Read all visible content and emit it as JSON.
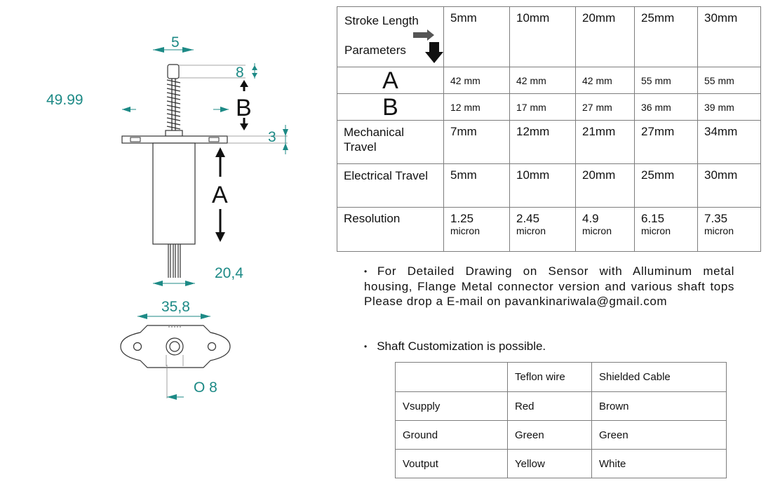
{
  "drawing": {
    "dim_top_width": "5",
    "dim_tip": "8",
    "dim_b": "B",
    "dim_flange_thickness": "3",
    "dim_flange_width": "49.99",
    "dim_a": "A",
    "dim_body_width": "20,4",
    "dim_hole_spacing": "35,8",
    "dim_shaft_diameter": "O  8"
  },
  "spec_table": {
    "header_label_1": "Stroke Length",
    "header_label_2": "Parameters",
    "strokes": [
      "5mm",
      "10mm",
      "20mm",
      "25mm",
      "30mm"
    ],
    "rows": [
      {
        "label": "A",
        "values": [
          "42 mm",
          "42 mm",
          "42 mm",
          "55 mm",
          "55 mm"
        ]
      },
      {
        "label": "B",
        "values": [
          "12 mm",
          "17 mm",
          "27 mm",
          "36 mm",
          "39 mm"
        ]
      },
      {
        "label": "Mechanical Travel",
        "values": [
          "7mm",
          "12mm",
          "21mm",
          "27mm",
          "34mm"
        ]
      },
      {
        "label": "Electrical Travel",
        "values": [
          "5mm",
          "10mm",
          "20mm",
          "25mm",
          "30mm"
        ]
      },
      {
        "label": "Resolution",
        "values": [
          "1.25",
          "2.45",
          "4.9",
          "6.15",
          "7.35"
        ],
        "unit": "micron"
      }
    ]
  },
  "notes": {
    "note1": "For Detailed Drawing on Sensor with Alluminum metal housing, Flange Metal connector version and various shaft tops Please drop a E-mail on pavankinariwala@gmail.com",
    "note2": "Shaft Customization is possible.",
    "bullet": "•"
  },
  "wire_table": {
    "headers": [
      "",
      "Teflon wire",
      "Shielded Cable"
    ],
    "rows": [
      [
        "Vsupply",
        "Red",
        "Brown"
      ],
      [
        "Ground",
        "Green",
        "Green"
      ],
      [
        "Voutput",
        "Yellow",
        "White"
      ]
    ]
  }
}
